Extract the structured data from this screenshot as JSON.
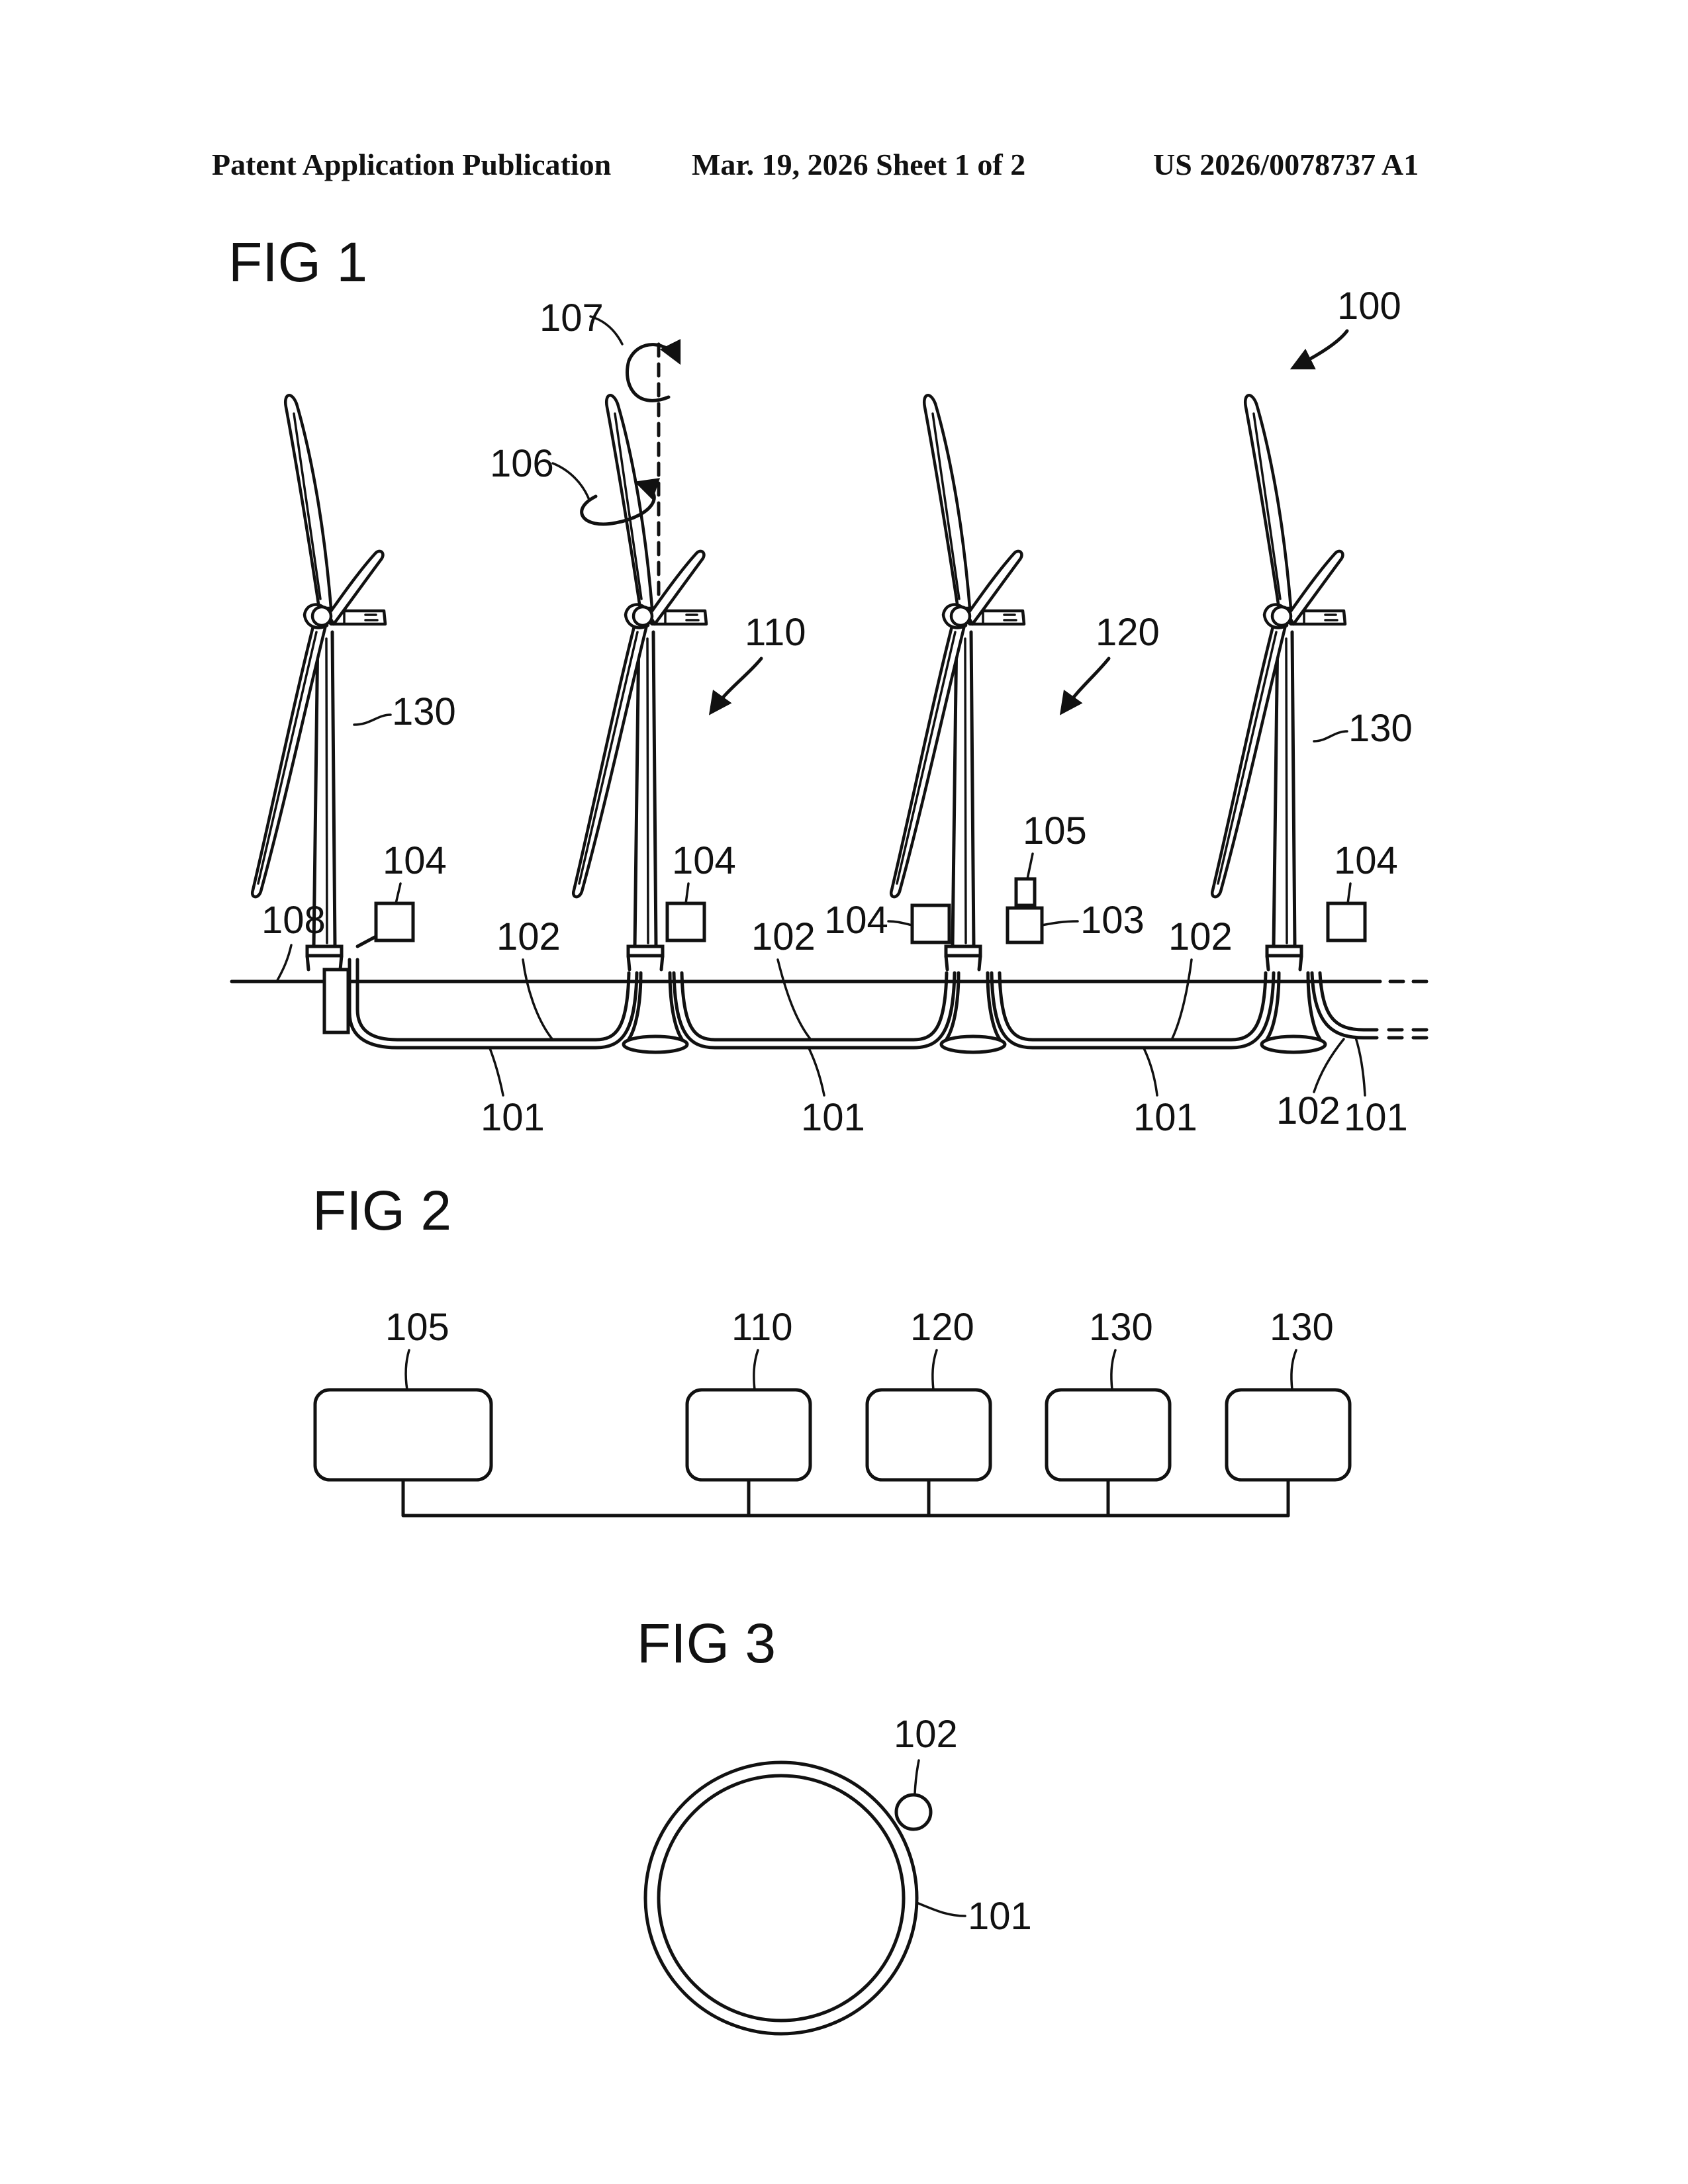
{
  "header": {
    "publication": "Patent Application Publication",
    "date_sheet": "Mar. 19, 2026  Sheet 1 of 2",
    "number": "US 2026/0078737 A1"
  },
  "figures": {
    "fig1": {
      "title": "FIG 1",
      "labels": {
        "farm": "100",
        "rotation_axis": "107",
        "blade_rotation": "106",
        "turbine_a": "110",
        "turbine_b": "120",
        "turbine_left": "130",
        "turbine_right": "130",
        "sea_level": "108",
        "control_1": "104",
        "control_2": "104",
        "control_3": "104",
        "control_4": "104",
        "central_controller": "105",
        "substation": "103",
        "fiber_1": "102",
        "fiber_2": "102",
        "fiber_3": "102",
        "fiber_4": "102",
        "cable_1": "101",
        "cable_2": "101",
        "cable_3": "101",
        "cable_4": "101"
      }
    },
    "fig2": {
      "title": "FIG 2",
      "boxes": [
        "105",
        "110",
        "120",
        "130",
        "130"
      ]
    },
    "fig3": {
      "title": "FIG 3",
      "labels": {
        "fiber": "102",
        "cable": "101"
      }
    }
  }
}
